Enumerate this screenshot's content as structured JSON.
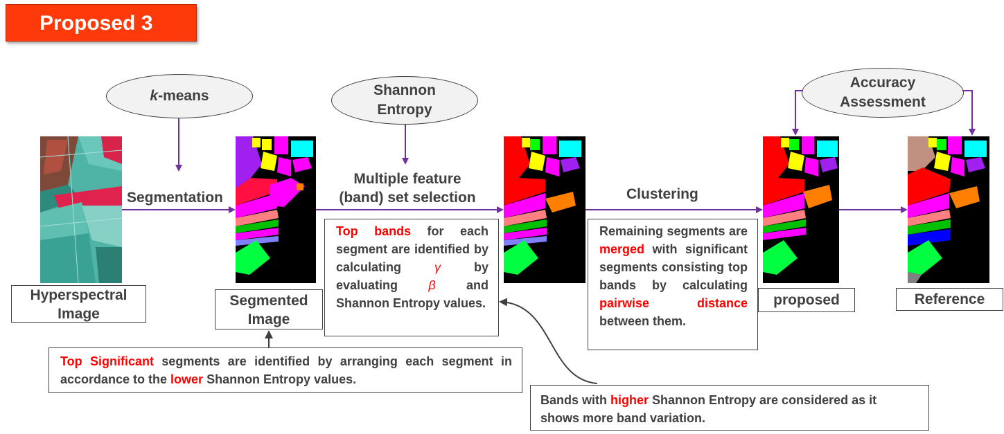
{
  "title": "Proposed 3",
  "ellipses": {
    "kmeans_k": "k",
    "kmeans_rest": "-means",
    "shannon_line1": "Shannon",
    "shannon_line2": "Entropy",
    "accuracy_line1": "Accuracy",
    "accuracy_line2": "Assessment"
  },
  "steps": {
    "segmentation": "Segmentation",
    "feature_line1": "Multiple feature",
    "feature_line2": "(band) set selection",
    "clustering": "Clustering"
  },
  "captions": {
    "hyperspectral_line1": "Hyperspectral",
    "hyperspectral_line2": "Image",
    "segmented_line1": "Segmented",
    "segmented_line2": "Image",
    "proposed": "proposed",
    "reference": "Reference"
  },
  "notes": {
    "top_bands": {
      "red1": "Top bands",
      "text1": " for each segment are identified by calculating ",
      "gamma": "γ",
      "text2": " by evaluating ",
      "beta": "β",
      "text3": " and Shannon Entropy values."
    },
    "remaining": {
      "text1": "Remaining segments are ",
      "red1": "merged",
      "text2": " with significant segments consisting top bands by calculating ",
      "red2": "pairwise distance",
      "text3": " between them."
    },
    "significant": {
      "red1": "Top Significant",
      "text1": " segments are identified by arranging each segment in accordance to the ",
      "red2": "lower",
      "text2": " Shannon Entropy values."
    },
    "higher": {
      "text1": "Bands with ",
      "red1": "higher",
      "text2": " Shannon Entropy are considered as it shows more band variation."
    }
  },
  "colors": {
    "title_bg": "#ff3a0a",
    "arrow": "#7030a0",
    "highlight": "#ff0000",
    "text": "#404040"
  }
}
